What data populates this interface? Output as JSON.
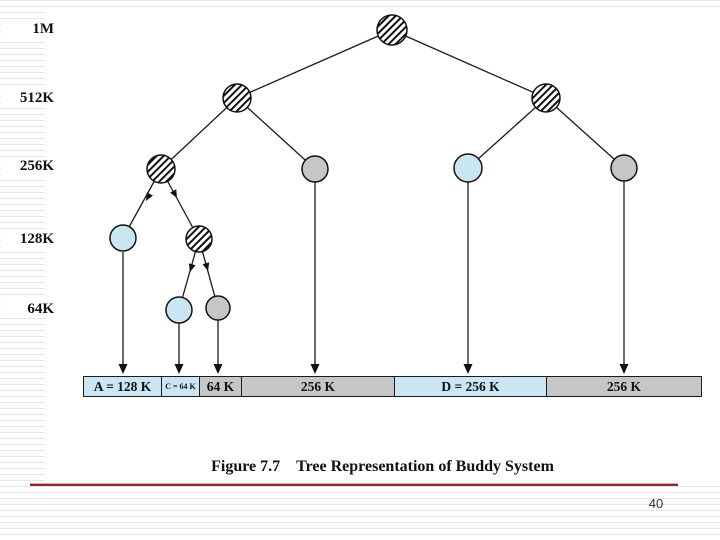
{
  "page": {
    "number": "40"
  },
  "figure": {
    "label": "Figure 7.7",
    "title": "Tree Representation of Buddy System"
  },
  "axis_labels": [
    "1M",
    "512K",
    "256K",
    "128K",
    "64K"
  ],
  "tree": {
    "nodes": [
      {
        "id": "root",
        "size": "1M",
        "fill": "hatched"
      },
      {
        "id": "left",
        "size": "512K",
        "fill": "hatched"
      },
      {
        "id": "right",
        "size": "512K",
        "fill": "hatched"
      },
      {
        "id": "left-left",
        "size": "256K",
        "fill": "hatched"
      },
      {
        "id": "left-right",
        "size": "256K",
        "fill": "gray"
      },
      {
        "id": "right-left",
        "size": "256K",
        "fill": "blue"
      },
      {
        "id": "right-right",
        "size": "256K",
        "fill": "gray"
      },
      {
        "id": "left-left-left",
        "size": "128K",
        "fill": "blue"
      },
      {
        "id": "left-left-right",
        "size": "128K",
        "fill": "hatched"
      },
      {
        "id": "left-left-right-left",
        "size": "64K",
        "fill": "blue"
      },
      {
        "id": "left-left-right-right",
        "size": "64K",
        "fill": "gray"
      }
    ]
  },
  "memory_bar": {
    "segments": [
      {
        "label": "A = 128 K",
        "fill": "blue"
      },
      {
        "label": "C = 64 K",
        "fill": "blue"
      },
      {
        "label": "64 K",
        "fill": "gray"
      },
      {
        "label": "256 K",
        "fill": "gray"
      },
      {
        "label": "D = 256 K",
        "fill": "blue"
      },
      {
        "label": "256 K",
        "fill": "gray"
      }
    ]
  },
  "colors": {
    "allocated_blue": "#cae6f2",
    "free_gray": "#c6c6c6",
    "divider_maroon": "#8e2531",
    "node_stroke": "#111111"
  }
}
